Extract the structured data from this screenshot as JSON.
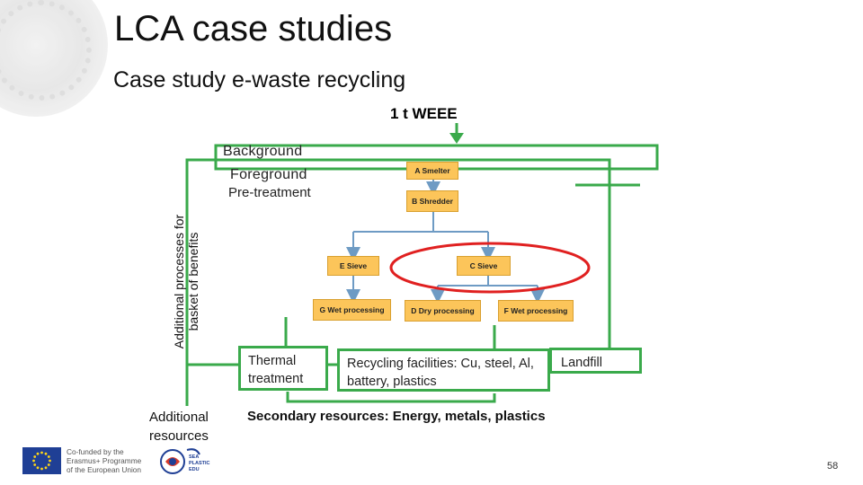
{
  "slide": {
    "title": "LCA case studies",
    "subtitle": "Case study e-waste recycling",
    "page_number": "58"
  },
  "diagram": {
    "input_label": "1 t WEEE",
    "background_label": "Background",
    "foreground_label": "Foreground",
    "pretreatment_label": "Pre-treatment",
    "side_label": "Additional processes for basket of benefits",
    "process_boxes": {
      "a": "A Smelter",
      "b": "B Shredder",
      "e": "E Sieve",
      "c": "C Sieve",
      "g": "G Wet processing",
      "d": "D Dry processing",
      "f": "F Wet processing"
    },
    "outputs": {
      "thermal": "Thermal treatment",
      "recycling": "Recycling facilities: Cu, steel, Al, battery, plastics",
      "landfill": "Landfill"
    },
    "additional_resources": "Additional resources",
    "secondary_resources": "Secondary resources: Energy, metals, plastics"
  },
  "footer": {
    "eu_text": "Co-funded by the Erasmus+ Programme of the European Union",
    "partner_text": "SEA PLASTIC EDU"
  },
  "colors": {
    "frame_green": "#3aaa4b",
    "process_fill": "#fcc55a",
    "arrow_blue": "#6e9bc4",
    "highlight_red": "#e02020",
    "eu_blue": "#1f3f95",
    "eu_star": "#ffd617"
  }
}
